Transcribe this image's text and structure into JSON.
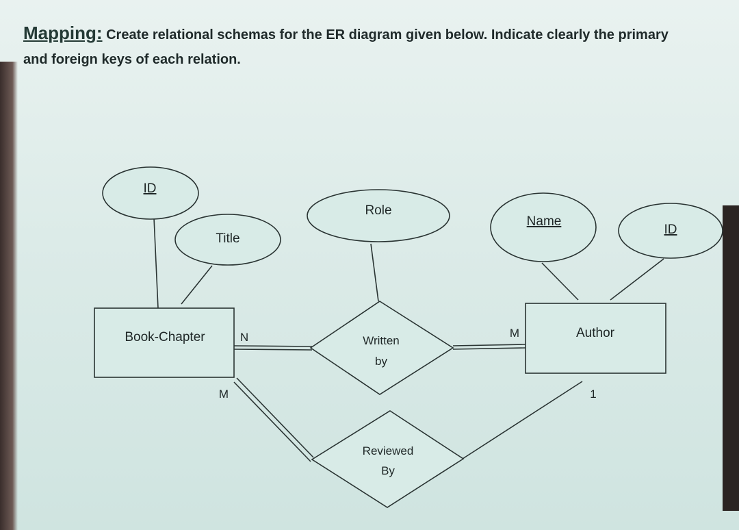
{
  "heading": {
    "lead": "Mapping:",
    "line1": " Create relational schemas for the ER diagram given below.  Indicate clearly the primary",
    "line2": "and foreign keys of each relation."
  },
  "diagram": {
    "entities": {
      "book_chapter": "Book-Chapter",
      "author": "Author"
    },
    "attributes": {
      "book_id": "ID",
      "title": "Title",
      "role": "Role",
      "name": "Name",
      "author_id": "ID"
    },
    "relationships": {
      "written_by_line1": "Written",
      "written_by_line2": "by",
      "reviewed_by_line1": "Reviewed",
      "reviewed_by_line2": "By"
    },
    "cardinalities": {
      "written_book": "N",
      "written_author": "M",
      "reviewed_book": "M",
      "reviewed_author": "1"
    }
  },
  "colors": {
    "stroke": "#2a3433",
    "shape_fill": "#d8ebe7"
  }
}
